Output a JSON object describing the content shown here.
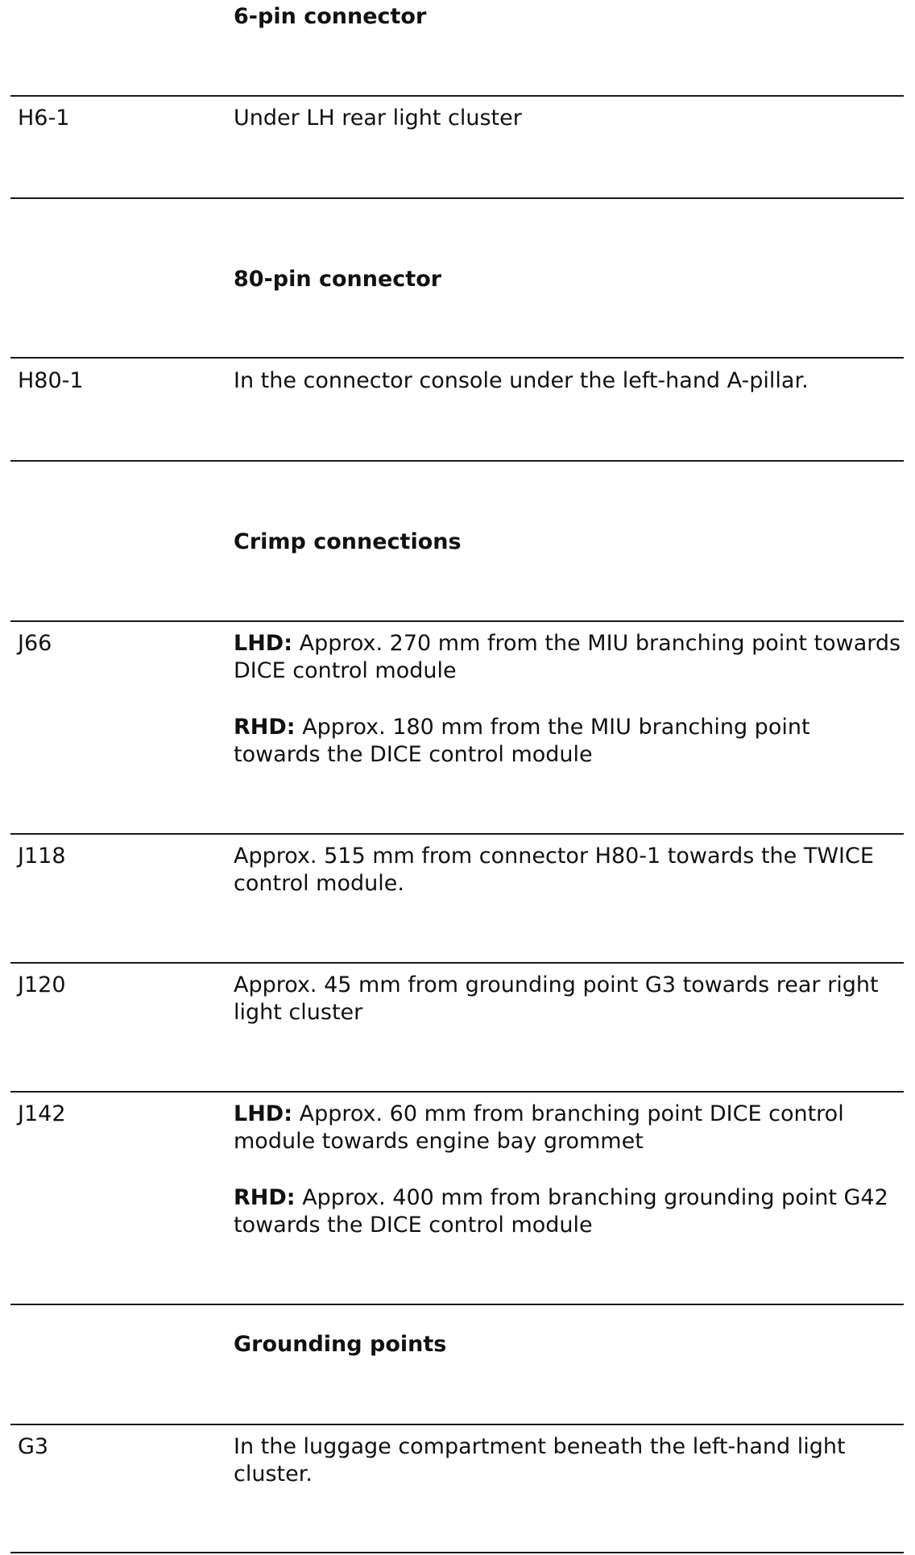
{
  "sections": [
    {
      "heading": "6-pin connector",
      "rows": [
        {
          "code": "H6-1",
          "desc": "Under LH rear light cluster"
        }
      ]
    },
    {
      "heading": "80-pin connector",
      "rows": [
        {
          "code": "H80-1",
          "desc": "In the connector console under the left-hand A-pillar."
        }
      ]
    },
    {
      "heading": "Crimp connections",
      "rows": [
        {
          "code": "J66",
          "p1_label": "LHD:",
          "p1_text": " Approx. 270 mm from the MIU branching point towards DICE control module",
          "p2_label": "RHD:",
          "p2_text": " Approx. 180 mm from the MIU branching point towards the DICE control module"
        },
        {
          "code": "J118",
          "desc": "Approx. 515 mm from connector H80-1 towards the TWICE control module."
        },
        {
          "code": "J120",
          "desc": "Approx. 45 mm from grounding point G3 towards rear right light cluster"
        },
        {
          "code": "J142",
          "p1_label": "LHD:",
          "p1_text": " Approx. 60 mm from branching point DICE control module towards engine bay grommet",
          "p2_label": "RHD:",
          "p2_text": " Approx. 400 mm from branching grounding point G42 towards the DICE control module"
        }
      ]
    },
    {
      "heading": "Grounding points",
      "rows": [
        {
          "code": "G3",
          "desc": "In the luggage compartment beneath the left-hand light cluster."
        }
      ]
    }
  ]
}
